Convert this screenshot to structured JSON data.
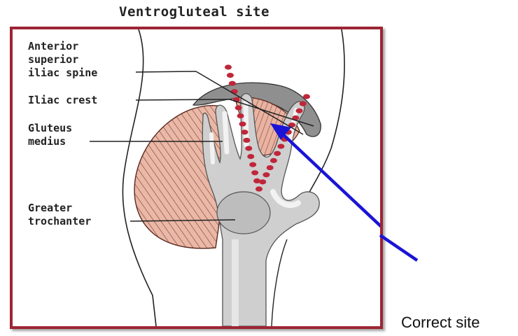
{
  "title": "Ventrogluteal site",
  "labels": {
    "asis_line1": "Anterior",
    "asis_line2": "superior",
    "asis_line3": "iliac spine",
    "iliac_crest": "Iliac crest",
    "gluteus_line1": "Gluteus",
    "gluteus_line2": "medius",
    "trochanter_line1": "Greater",
    "trochanter_line2": "trochanter"
  },
  "caption": "Correct site",
  "colors": {
    "frame": "#9c2534",
    "dots": "#c0263a",
    "arrow": "#1a14d6",
    "muscle": "#e9b7a6",
    "bone": "#cfcfcf"
  }
}
